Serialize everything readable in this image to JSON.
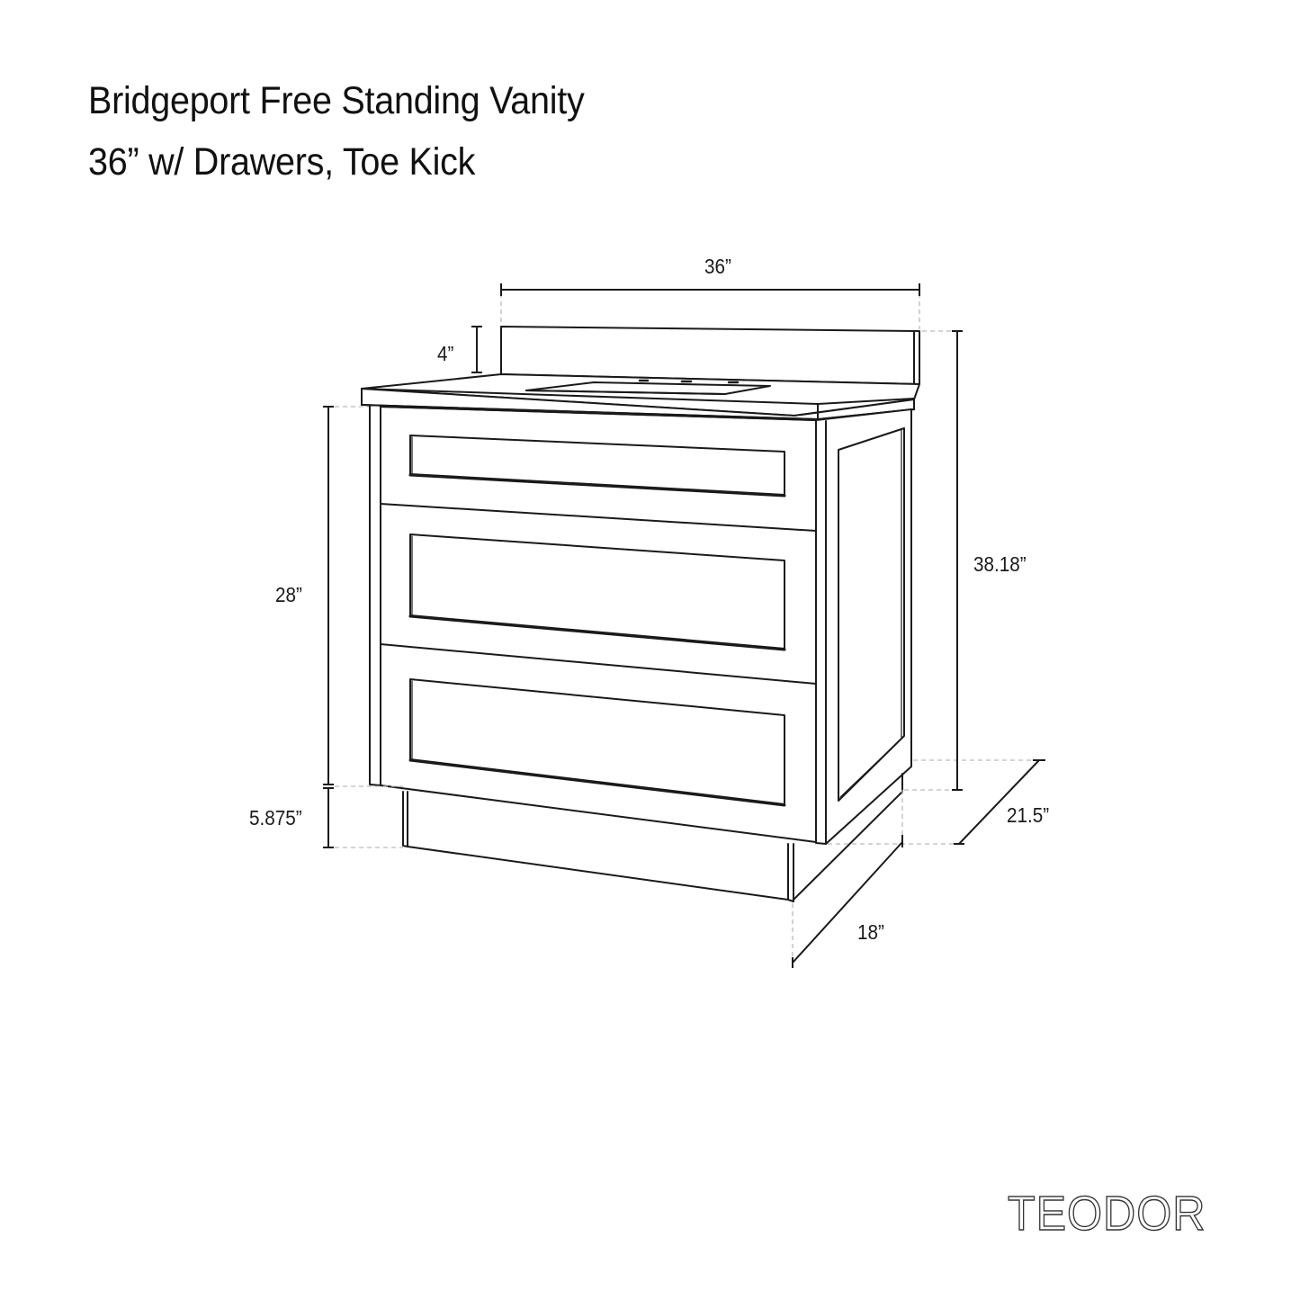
{
  "header": {
    "title_line1": "Bridgeport Free Standing Vanity",
    "title_line2": "36” w/ Drawers, Toe Kick"
  },
  "drawing": {
    "subject": "free-standing vanity, 3 drawers, toe kick, backsplash, undermount sink",
    "line_color": "#1a1a1a",
    "guide_color": "#bbbbbb",
    "drawer_count": 3,
    "faucet_holes": 3
  },
  "dimensions": {
    "width": "36”",
    "backsplash_height": "4”",
    "cabinet_height": "28”",
    "toe_kick_height": "5.875”",
    "overall_height": "38.18”",
    "overall_depth": "21.5”",
    "cabinet_depth": "18”"
  },
  "brand": {
    "name": "TEODOR"
  }
}
